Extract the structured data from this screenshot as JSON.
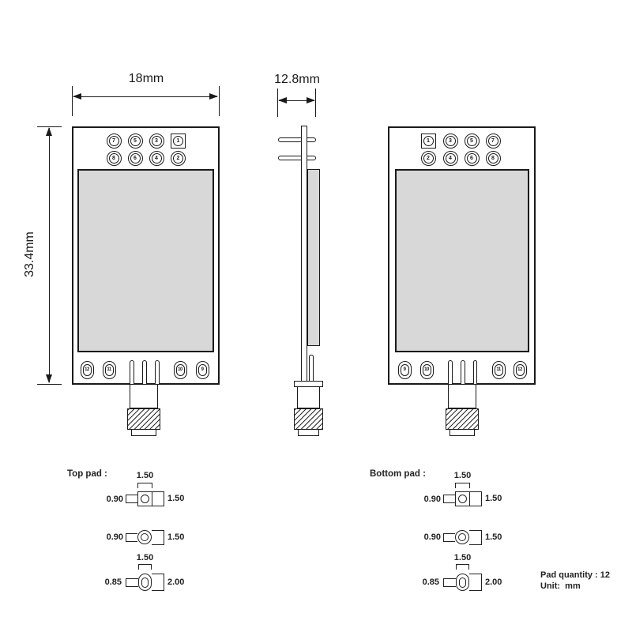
{
  "annotations": {
    "front_width": "18mm",
    "side_width": "12.8mm",
    "height": "33.4mm"
  },
  "front_view": {
    "top_rows": [
      [
        "7",
        "5",
        "3",
        "1"
      ],
      [
        "8",
        "6",
        "4",
        "2"
      ]
    ],
    "bottom_pads": [
      "12",
      "11",
      "10",
      "9"
    ]
  },
  "back_view": {
    "top_rows": [
      [
        "1",
        "3",
        "5",
        "7"
      ],
      [
        "2",
        "4",
        "6",
        "8"
      ]
    ],
    "bottom_pads": [
      "9",
      "10",
      "11",
      "12"
    ]
  },
  "pad_details": {
    "top": {
      "label": "Top pad :",
      "rows": [
        {
          "shape": "square",
          "top": "1.50",
          "left": "0.90",
          "right": "1.50"
        },
        {
          "shape": "circle",
          "left": "0.90",
          "right": "1.50"
        },
        {
          "shape": "oval",
          "top": "1.50",
          "left": "0.85",
          "right": "2.00"
        }
      ]
    },
    "bottom": {
      "label": "Bottom pad :",
      "rows": [
        {
          "shape": "square",
          "top": "1.50",
          "left": "0.90",
          "right": "1.50"
        },
        {
          "shape": "circle",
          "left": "0.90",
          "right": "1.50"
        },
        {
          "shape": "oval",
          "top": "1.50",
          "left": "0.85",
          "right": "2.00"
        }
      ]
    }
  },
  "notes": {
    "pad_quantity": "Pad quantity : 12",
    "unit": "Unit:  mm"
  }
}
